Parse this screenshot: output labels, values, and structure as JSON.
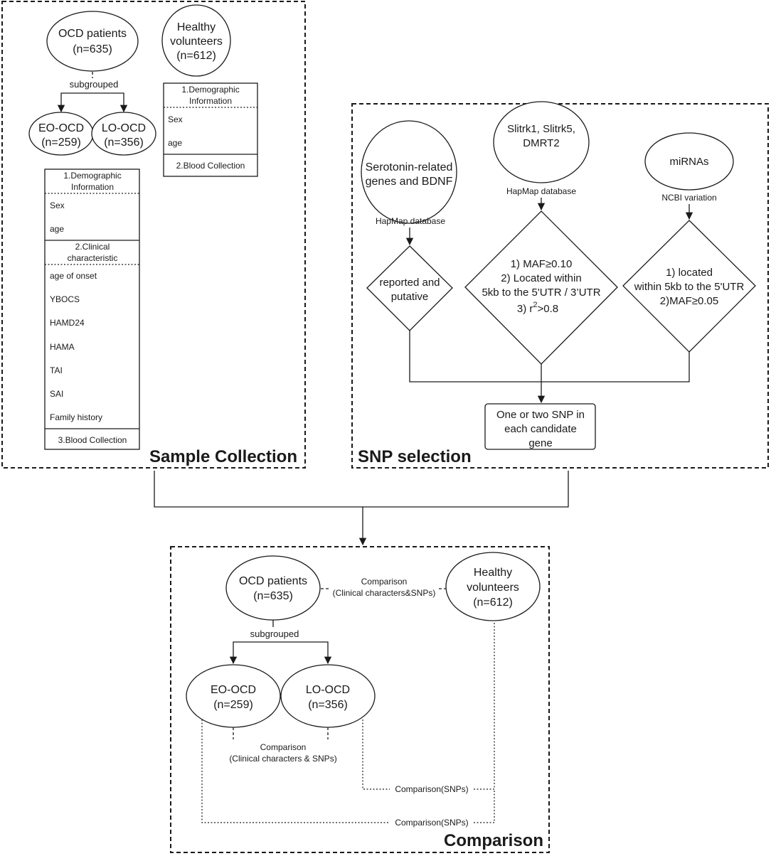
{
  "sample_collection": {
    "title": "Sample Collection",
    "ocd_patients": {
      "line1": "OCD patients",
      "line2": "(n=635)"
    },
    "healthy_volunteers": {
      "line1": "Healthy",
      "line2": "volunteers",
      "line3": "(n=612)"
    },
    "subgrouped": "subgrouped",
    "eo_ocd": {
      "line1": "EO-OCD",
      "line2": "(n=259)"
    },
    "lo_ocd": {
      "line1": "LO-OCD",
      "line2": "(n=356)"
    },
    "healthy_table": {
      "section1_line1": "1.Demographic",
      "section1_line2": "Information",
      "items": [
        "Sex",
        "age"
      ],
      "section2": "2.Blood Collection"
    },
    "patient_table": {
      "section1_line1": "1.Demographic",
      "section1_line2": "Information",
      "demographic_items": [
        "Sex",
        "age"
      ],
      "section2_line1": "2.Clinical",
      "section2_line2": "characteristic",
      "clinical_items": [
        "age of onset",
        "YBOCS",
        "HAMD24",
        "HAMA",
        "TAI",
        "SAI",
        "Family history"
      ],
      "section3": "3.Blood Collection"
    }
  },
  "snp_selection": {
    "title": "SNP selection",
    "serotonin": {
      "line1": "Serotonin-related",
      "line2": "genes and BDNF"
    },
    "slitrk": {
      "line1": "Slitrk1, Slitrk5,",
      "line2": "DMRT2"
    },
    "mirnas": "miRNAs",
    "hapmap_label_1": "HapMap database",
    "hapmap_label_2": "HapMap database",
    "ncbi_label": "NCBI variation",
    "diamond_left": {
      "line1": "reported and",
      "line2": "putative"
    },
    "diamond_mid": {
      "line1": "1) MAF≥0.10",
      "line2": "2) Located within",
      "line3": "5kb to the 5'UTR / 3’UTR",
      "line4_prefix": "3) r",
      "line4_sup": "2",
      "line4_suffix": ">0.8"
    },
    "diamond_right": {
      "line1": "1) located",
      "line2": "within 5kb to the 5'UTR",
      "line3": "2)MAF≥0.05"
    },
    "result": {
      "line1": "One or two SNP in",
      "line2": "each candidate",
      "line3": "gene"
    }
  },
  "comparison": {
    "title": "Comparison",
    "ocd_patients": {
      "line1": "OCD patients",
      "line2": "(n=635)"
    },
    "healthy_volunteers": {
      "line1": "Healthy",
      "line2": "volunteers",
      "line3": "(n=612)"
    },
    "subgrouped": "subgrouped",
    "eo_ocd": {
      "line1": "EO-OCD",
      "line2": "(n=259)"
    },
    "lo_ocd": {
      "line1": "LO-OCD",
      "line2": "(n=356)"
    },
    "comp_top": {
      "line1": "Comparison",
      "line2": "(Clinical characters&SNPs)"
    },
    "comp_sub": {
      "line1": "Comparison",
      "line2": "(Clinical characters & SNPs)"
    },
    "comp_lo_healthy": "Comparison(SNPs)",
    "comp_eo_healthy": "Comparison(SNPs)"
  }
}
